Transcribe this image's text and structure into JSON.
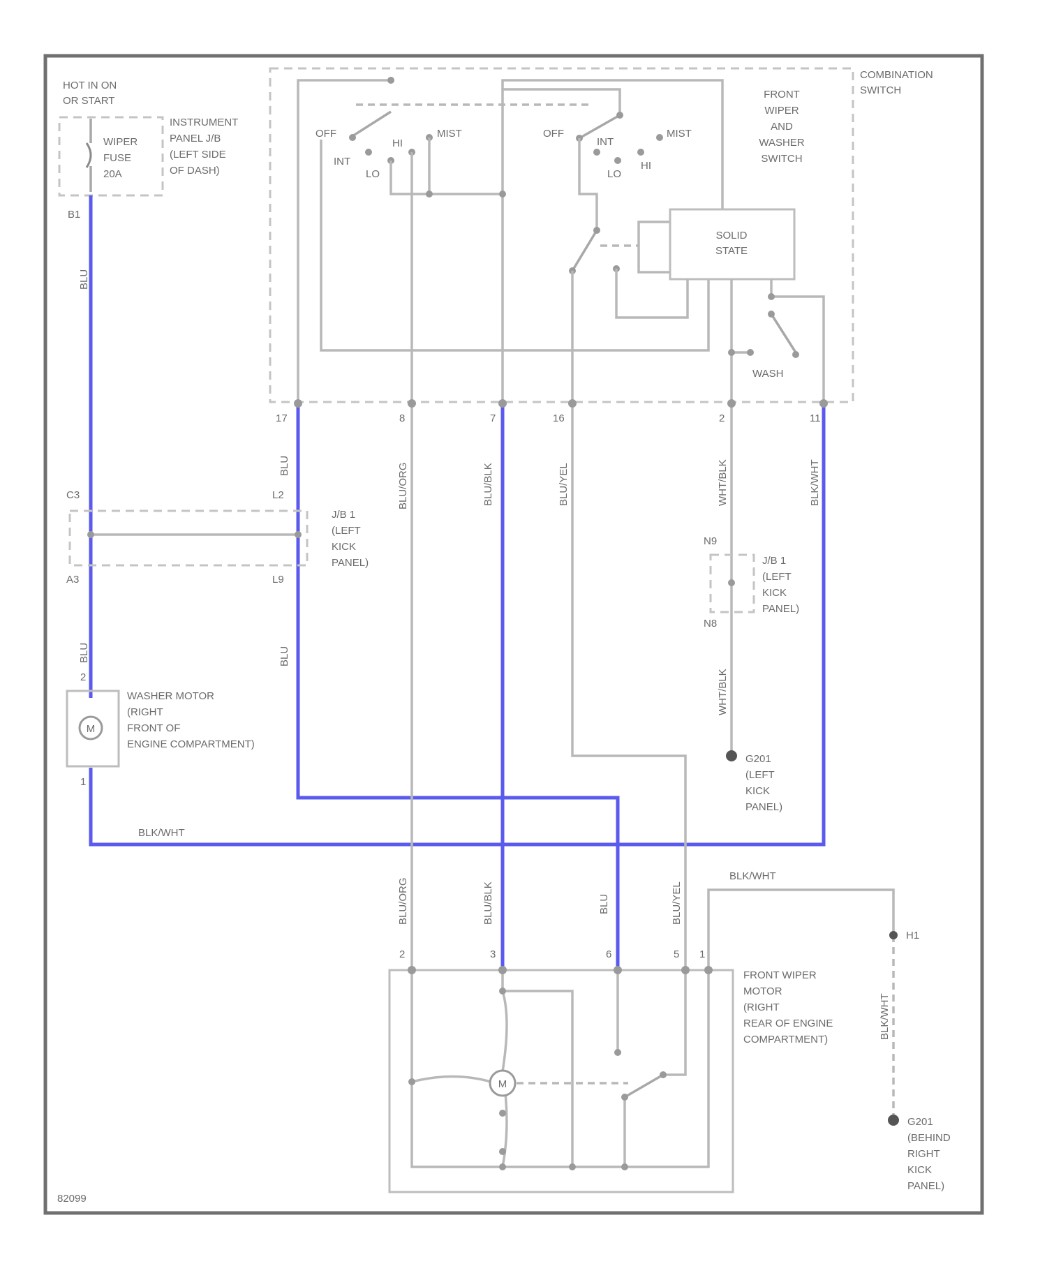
{
  "diagram_id": "82099",
  "combination_switch": {
    "label_lines": [
      "COMBINATION",
      "SWITCH"
    ],
    "front_wiper_label_lines": [
      "FRONT",
      "WIPER",
      "AND",
      "WASHER",
      "SWITCH"
    ],
    "wiper_switch_positions": [
      "OFF",
      "INT",
      "LO",
      "HI",
      "MIST"
    ],
    "washer_switch_positions": [
      "OFF",
      "INT",
      "LO",
      "HI",
      "MIST"
    ],
    "solid_state_lines": [
      "SOLID",
      "STATE"
    ],
    "washer_label": "WASH",
    "pins": [
      "17",
      "8",
      "7",
      "16",
      "2",
      "11"
    ]
  },
  "power": {
    "hot_lines": [
      "HOT IN ON",
      "OR START"
    ],
    "fuse_lines": [
      "WIPER",
      "FUSE",
      "20A"
    ],
    "ipjb_lines": [
      "INSTRUMENT",
      "PANEL J/B",
      "(LEFT SIDE",
      "OF DASH)"
    ],
    "fuse_pin": "B1"
  },
  "jb1_upper": {
    "label_lines": [
      "J/B 1",
      "(LEFT",
      "KICK",
      "PANEL)"
    ],
    "pins": [
      "C3",
      "L2",
      "A3",
      "L9"
    ]
  },
  "jb1_lower": {
    "label_lines": [
      "J/B 1",
      "(LEFT",
      "KICK",
      "PANEL)"
    ],
    "pins": [
      "N9",
      "N8"
    ]
  },
  "washer_motor": {
    "label_lines": [
      "WASHER MOTOR",
      "(RIGHT",
      "FRONT OF",
      "ENGINE COMPARTMENT)"
    ],
    "pins": [
      "2",
      "1"
    ],
    "symbol": "M"
  },
  "ground_left": {
    "label_lines": [
      "G201",
      "(LEFT",
      "KICK",
      "PANEL)"
    ]
  },
  "ground_right": {
    "label_lines": [
      "G201",
      "(BEHIND",
      "RIGHT",
      "KICK",
      "PANEL)"
    ],
    "connector": "H1"
  },
  "wiper_motor": {
    "label_lines": [
      "FRONT WIPER",
      "MOTOR",
      "(RIGHT",
      "REAR OF ENGINE",
      "COMPARTMENT)"
    ],
    "pins": [
      "2",
      "3",
      "6",
      "5",
      "1"
    ],
    "symbol": "M"
  },
  "wire_colors": {
    "blu": "BLU",
    "blu_org": "BLU/ORG",
    "blu_blk": "BLU/BLK",
    "blu_yel": "BLU/YEL",
    "wht_blk": "WHT/BLK",
    "blk_wht": "BLK/WHT"
  },
  "colors": {
    "accent_wire": "#5a5aee",
    "wire": "#b8b8b8",
    "text": "#6b6b6b"
  }
}
